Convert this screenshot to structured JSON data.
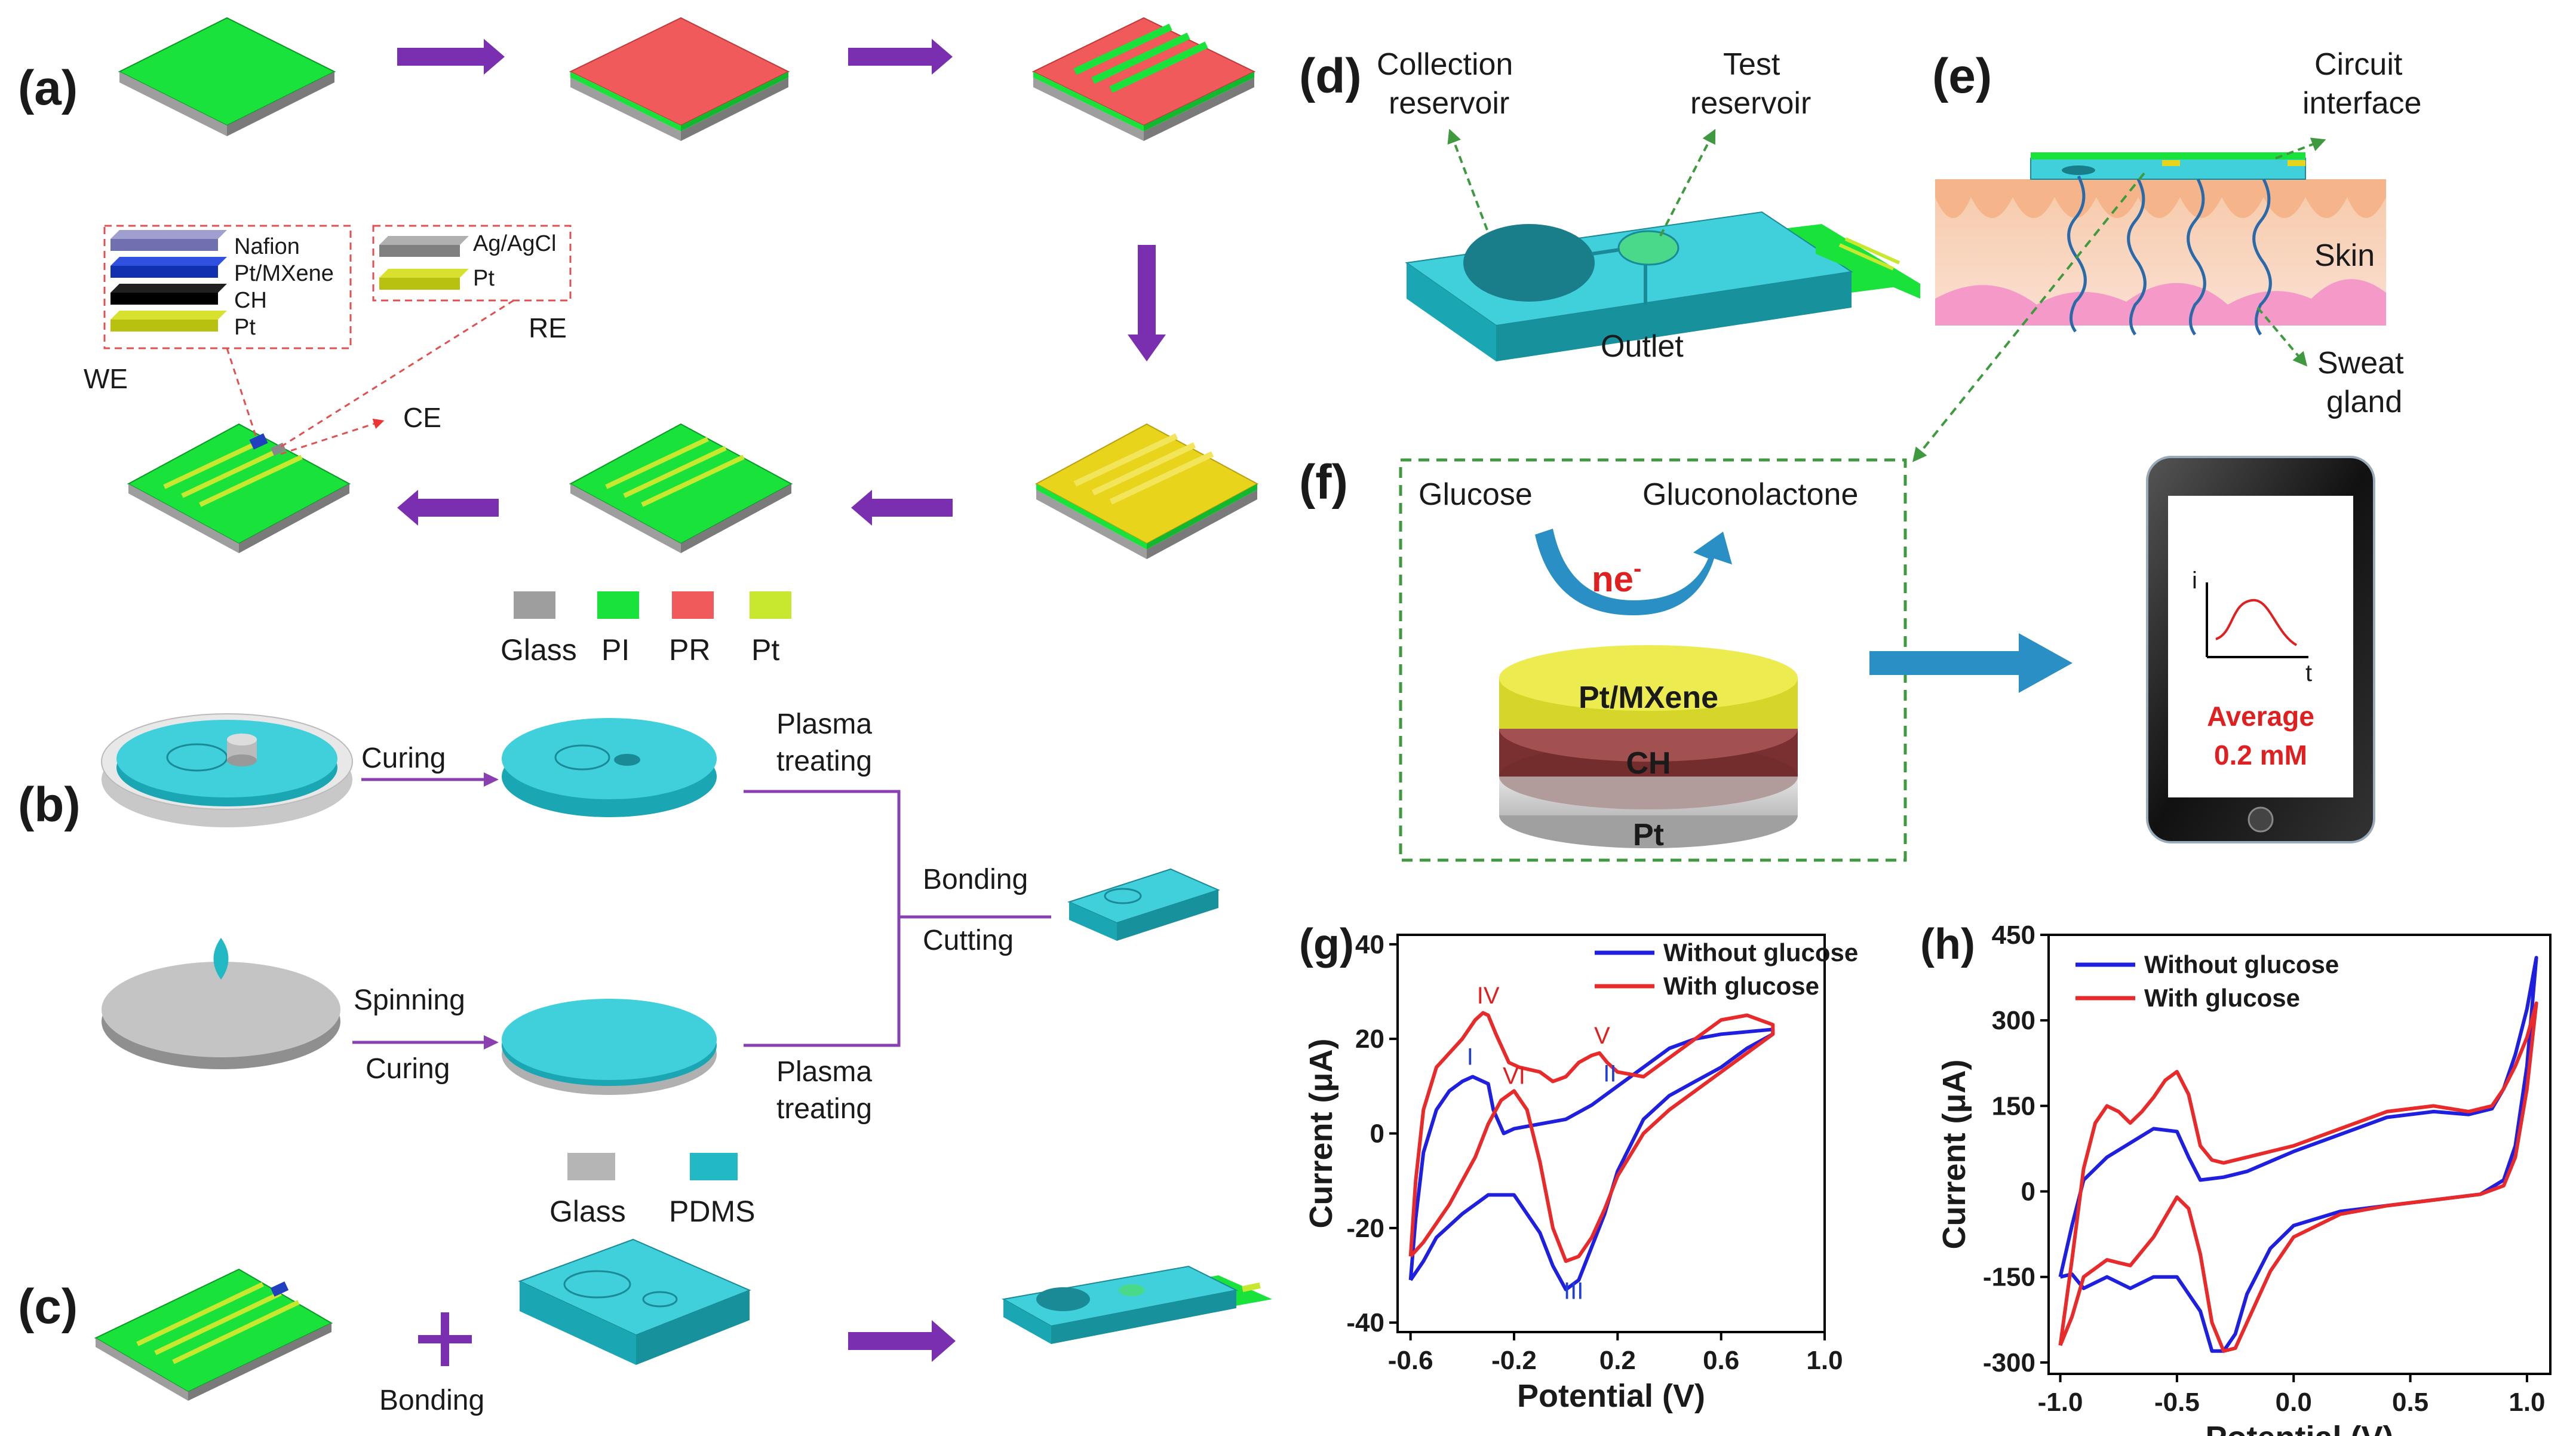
{
  "panels": {
    "a": "(a)",
    "b": "(b)",
    "c": "(c)",
    "d": "(d)",
    "e": "(e)",
    "f": "(f)",
    "g": "(g)",
    "h": "(h)"
  },
  "panel_a": {
    "we_layers": [
      "Nafion",
      "Pt/MXene",
      "CH",
      "Pt"
    ],
    "we_label": "WE",
    "re_layers": [
      "Ag/AgCl",
      "Pt"
    ],
    "re_label": "RE",
    "ce_label": "CE",
    "legend": [
      {
        "label": "Glass",
        "color": "#9e9e9e"
      },
      {
        "label": "PI",
        "color": "#19e33a"
      },
      {
        "label": "PR",
        "color": "#f05a5a"
      },
      {
        "label": "Pt",
        "color": "#c8e830"
      }
    ]
  },
  "panel_b": {
    "curing": "Curing",
    "plasma_top_1": "Plasma",
    "plasma_top_2": "treating",
    "bonding": "Bonding",
    "cutting": "Cutting",
    "spinning": "Spinning",
    "curing2": "Curing",
    "plasma_bot_1": "Plasma",
    "plasma_bot_2": "treating",
    "legend": [
      {
        "label": "Glass",
        "color": "#b5b5b5"
      },
      {
        "label": "PDMS",
        "color": "#22b8c4"
      }
    ]
  },
  "panel_c": {
    "bonding": "Bonding"
  },
  "panel_d": {
    "collection_1": "Collection",
    "collection_2": "reservoir",
    "test_1": "Test",
    "test_2": "reservoir",
    "outlet": "Outlet"
  },
  "panel_e": {
    "circuit_1": "Circuit",
    "circuit_2": "interface",
    "skin": "Skin",
    "sweat_1": "Sweat",
    "sweat_2": "gland"
  },
  "panel_f": {
    "glucose": "Glucose",
    "gluconolactone": "Gluconolactone",
    "electron": "ne",
    "electron_sup": "-",
    "layers": [
      "Pt/MXene",
      "CH",
      "Pt"
    ],
    "phone_i": "i",
    "phone_t": "t",
    "avg_1": "Average",
    "avg_2": "0.2 mM",
    "colors": {
      "accent": "#e02020",
      "arrow": "#2a8fc4",
      "dashed": "#3f9a3f"
    }
  },
  "chart_data": [
    {
      "type": "line",
      "panel": "(g)",
      "xlabel": "Potential (V)",
      "ylabel": "Current (μA)",
      "xlim": [
        -0.65,
        1.0
      ],
      "ylim": [
        -42,
        42
      ],
      "xticks": [
        "-0.6",
        "-0.2",
        "0.2",
        "0.6",
        "1.0"
      ],
      "xtick_values": [
        -0.6,
        -0.2,
        0.2,
        0.6,
        1.0
      ],
      "yticks": [
        "40",
        "20",
        "0",
        "-20",
        "-40"
      ],
      "ytick_values": [
        40,
        20,
        0,
        -20,
        -40
      ],
      "legend_position": "top-right",
      "annotations": [
        {
          "text": "I",
          "x": -0.37,
          "y": 14.5,
          "color": "#1f3fd6"
        },
        {
          "text": "II",
          "x": 0.17,
          "y": 11,
          "color": "#1f3fd6"
        },
        {
          "text": "III",
          "x": 0.03,
          "y": -35,
          "color": "#1f3fd6"
        },
        {
          "text": "IV",
          "x": -0.3,
          "y": 27.5,
          "color": "#e02020"
        },
        {
          "text": "V",
          "x": 0.14,
          "y": 19,
          "color": "#e02020"
        },
        {
          "text": "VI",
          "x": -0.2,
          "y": 10.5,
          "color": "#e02020"
        }
      ],
      "series": [
        {
          "name": "Without glucose",
          "color": "#1f1fe0",
          "x": [
            -0.6,
            -0.58,
            -0.55,
            -0.5,
            -0.45,
            -0.4,
            -0.36,
            -0.32,
            -0.3,
            -0.28,
            -0.24,
            -0.2,
            -0.1,
            0.0,
            0.1,
            0.2,
            0.3,
            0.4,
            0.5,
            0.6,
            0.7,
            0.8,
            0.8,
            0.7,
            0.6,
            0.5,
            0.4,
            0.3,
            0.2,
            0.15,
            0.1,
            0.05,
            0.0,
            -0.05,
            -0.1,
            -0.2,
            -0.3,
            -0.4,
            -0.5,
            -0.55,
            -0.6
          ],
          "y": [
            -31,
            -18,
            -4,
            5,
            9,
            11,
            12,
            11,
            10.5,
            5,
            0,
            1,
            2,
            3,
            6,
            10,
            14,
            18,
            20,
            21,
            21.5,
            22,
            21,
            18,
            14,
            11,
            8,
            3,
            -8,
            -17,
            -24,
            -31,
            -33,
            -28,
            -21,
            -13,
            -13,
            -17,
            -22,
            -27,
            -31
          ]
        },
        {
          "name": "With glucose",
          "color": "#e82a2a",
          "x": [
            -0.6,
            -0.58,
            -0.55,
            -0.5,
            -0.45,
            -0.4,
            -0.35,
            -0.32,
            -0.3,
            -0.27,
            -0.22,
            -0.18,
            -0.1,
            -0.05,
            0.0,
            0.05,
            0.1,
            0.13,
            0.16,
            0.2,
            0.3,
            0.4,
            0.5,
            0.6,
            0.7,
            0.8,
            0.8,
            0.7,
            0.6,
            0.5,
            0.4,
            0.3,
            0.2,
            0.15,
            0.1,
            0.05,
            0.0,
            -0.05,
            -0.1,
            -0.15,
            -0.2,
            -0.25,
            -0.3,
            -0.35,
            -0.4,
            -0.45,
            -0.5,
            -0.55,
            -0.6
          ],
          "y": [
            -26,
            -10,
            5,
            14,
            17,
            20,
            24,
            25.5,
            25,
            21,
            15,
            14,
            13,
            11,
            12,
            15,
            16.5,
            17,
            15,
            13,
            12,
            16,
            20,
            24,
            25,
            23,
            21,
            17,
            13,
            9,
            5,
            0,
            -9,
            -16,
            -22,
            -26,
            -27,
            -20,
            -6,
            5,
            9,
            7,
            2,
            -5,
            -10,
            -15,
            -19,
            -23,
            -26
          ]
        }
      ]
    },
    {
      "type": "line",
      "panel": "(h)",
      "xlabel": "Potential (V)",
      "ylabel": "Current (μA)",
      "xlim": [
        -1.05,
        1.1
      ],
      "ylim": [
        -320,
        450
      ],
      "xticks": [
        "-1.0",
        "-0.5",
        "0.0",
        "0.5",
        "1.0"
      ],
      "xtick_values": [
        -1.0,
        -0.5,
        0.0,
        0.5,
        1.0
      ],
      "yticks": [
        "450",
        "300",
        "150",
        "0",
        "-150",
        "-300"
      ],
      "ytick_values": [
        450,
        300,
        150,
        0,
        -150,
        -300
      ],
      "legend_position": "top-left",
      "series": [
        {
          "name": "Without glucose",
          "color": "#1f1fe0",
          "x": [
            -1.0,
            -0.95,
            -0.9,
            -0.8,
            -0.7,
            -0.6,
            -0.5,
            -0.45,
            -0.4,
            -0.3,
            -0.2,
            0.0,
            0.2,
            0.4,
            0.6,
            0.75,
            0.85,
            0.9,
            0.95,
            1.0,
            1.04,
            1.0,
            0.95,
            0.9,
            0.8,
            0.6,
            0.4,
            0.2,
            0.0,
            -0.1,
            -0.2,
            -0.25,
            -0.3,
            -0.35,
            -0.4,
            -0.5,
            -0.6,
            -0.7,
            -0.8,
            -0.9,
            -0.95,
            -1.0
          ],
          "y": [
            -150,
            -60,
            20,
            60,
            85,
            110,
            105,
            60,
            20,
            25,
            35,
            70,
            100,
            130,
            140,
            135,
            145,
            180,
            240,
            320,
            410,
            220,
            80,
            20,
            -5,
            -15,
            -25,
            -35,
            -60,
            -100,
            -180,
            -250,
            -280,
            -280,
            -210,
            -150,
            -150,
            -170,
            -150,
            -170,
            -145,
            -150
          ]
        },
        {
          "name": "With glucose",
          "color": "#e82a2a",
          "x": [
            -1.0,
            -0.95,
            -0.9,
            -0.85,
            -0.8,
            -0.75,
            -0.7,
            -0.65,
            -0.6,
            -0.55,
            -0.5,
            -0.45,
            -0.4,
            -0.35,
            -0.3,
            -0.2,
            0.0,
            0.2,
            0.4,
            0.6,
            0.75,
            0.85,
            0.9,
            0.95,
            1.0,
            1.04,
            1.0,
            0.95,
            0.9,
            0.8,
            0.6,
            0.4,
            0.2,
            0.0,
            -0.1,
            -0.2,
            -0.25,
            -0.3,
            -0.35,
            -0.4,
            -0.45,
            -0.5,
            -0.6,
            -0.7,
            -0.75,
            -0.8,
            -0.9,
            -0.95,
            -1.0
          ],
          "y": [
            -270,
            -120,
            40,
            120,
            150,
            140,
            120,
            140,
            165,
            195,
            210,
            170,
            80,
            55,
            50,
            60,
            80,
            110,
            140,
            150,
            140,
            150,
            180,
            220,
            270,
            330,
            180,
            60,
            10,
            -5,
            -15,
            -25,
            -40,
            -80,
            -140,
            -230,
            -275,
            -280,
            -230,
            -110,
            -30,
            -10,
            -80,
            -130,
            -125,
            -120,
            -150,
            -220,
            -270
          ]
        }
      ]
    }
  ]
}
